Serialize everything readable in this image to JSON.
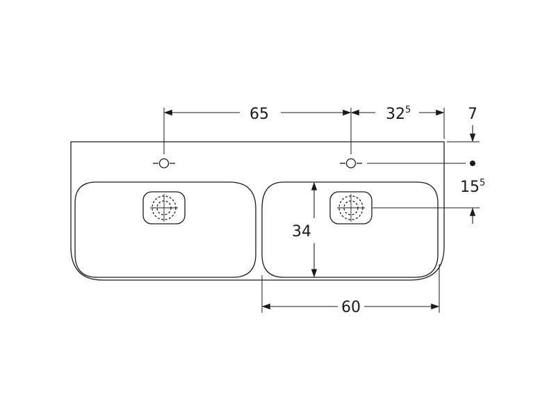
{
  "dimensions": {
    "tap_hole_spacing": {
      "main": "65",
      "sup": ""
    },
    "tap_hole_to_edge": {
      "main": "32",
      "sup": "5"
    },
    "tap_hole_from_back": {
      "main": "7",
      "sup": ""
    },
    "waste_from_tap_hole": {
      "main": "15",
      "sup": "5"
    },
    "bowl_depth": {
      "main": "34",
      "sup": ""
    },
    "bowl_width": {
      "main": "60",
      "sup": ""
    }
  }
}
